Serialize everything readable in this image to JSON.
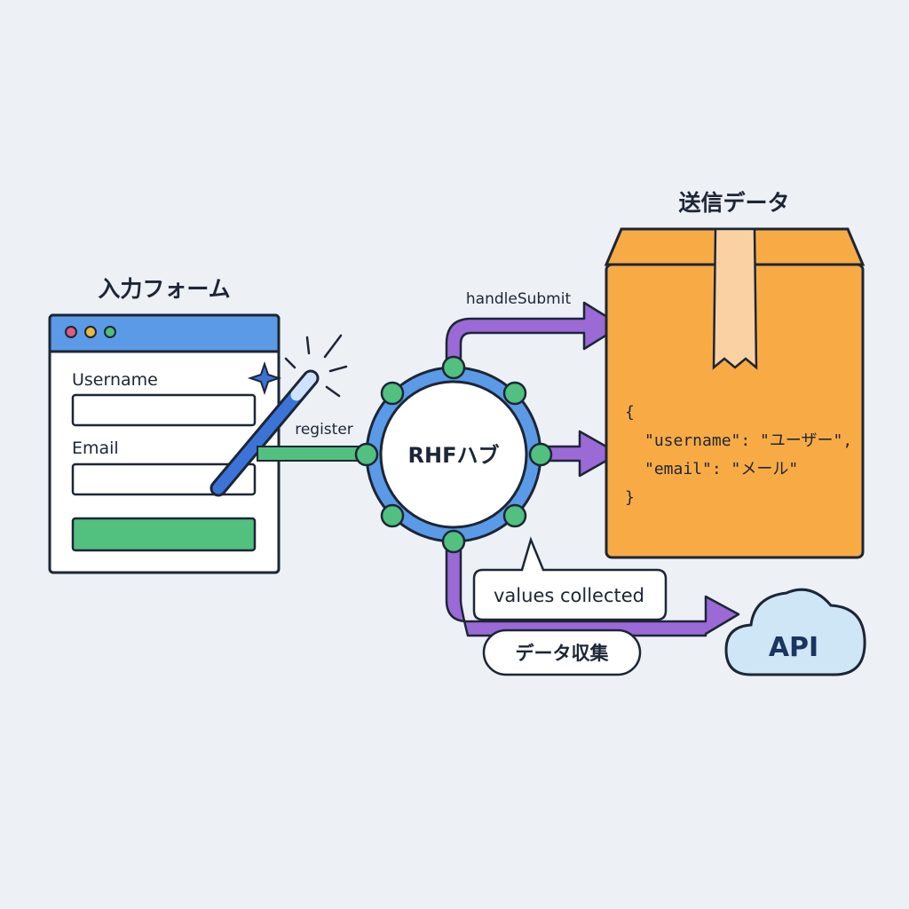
{
  "form": {
    "title": "入力フォーム",
    "username_label": "Username",
    "email_label": "Email",
    "window_dots": [
      "#e05a7a",
      "#e8b93b",
      "#4cbf7e"
    ]
  },
  "flows": {
    "register_label": "register",
    "submit_label": "handleSubmit"
  },
  "hub": {
    "label": "RHFハブ"
  },
  "package": {
    "title": "送信データ",
    "code_lines": [
      "{",
      "\"username\": \"ユーザー\",",
      "\"email\": \"メール\"",
      "}"
    ]
  },
  "bubbles": {
    "values_collected": "values collected",
    "data_collection": "データ収集"
  },
  "api": {
    "label": "API"
  },
  "colors": {
    "form_accent": "#5b9ae6",
    "register_line": "#52c07e",
    "hub_ring": "#5b9ae6",
    "hub_node": "#52c07e",
    "data_arrow": "#9b6ad6",
    "box": "#f8ab45",
    "tape": "#fad1a2",
    "cloud": "#cfe6f7",
    "outline": "#1c2636"
  }
}
